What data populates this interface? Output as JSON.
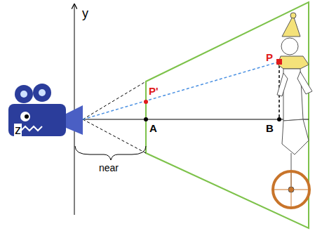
{
  "diagram": {
    "labels": [
      "y",
      "z",
      "P'",
      "A",
      "P",
      "B",
      "near"
    ]
  }
}
